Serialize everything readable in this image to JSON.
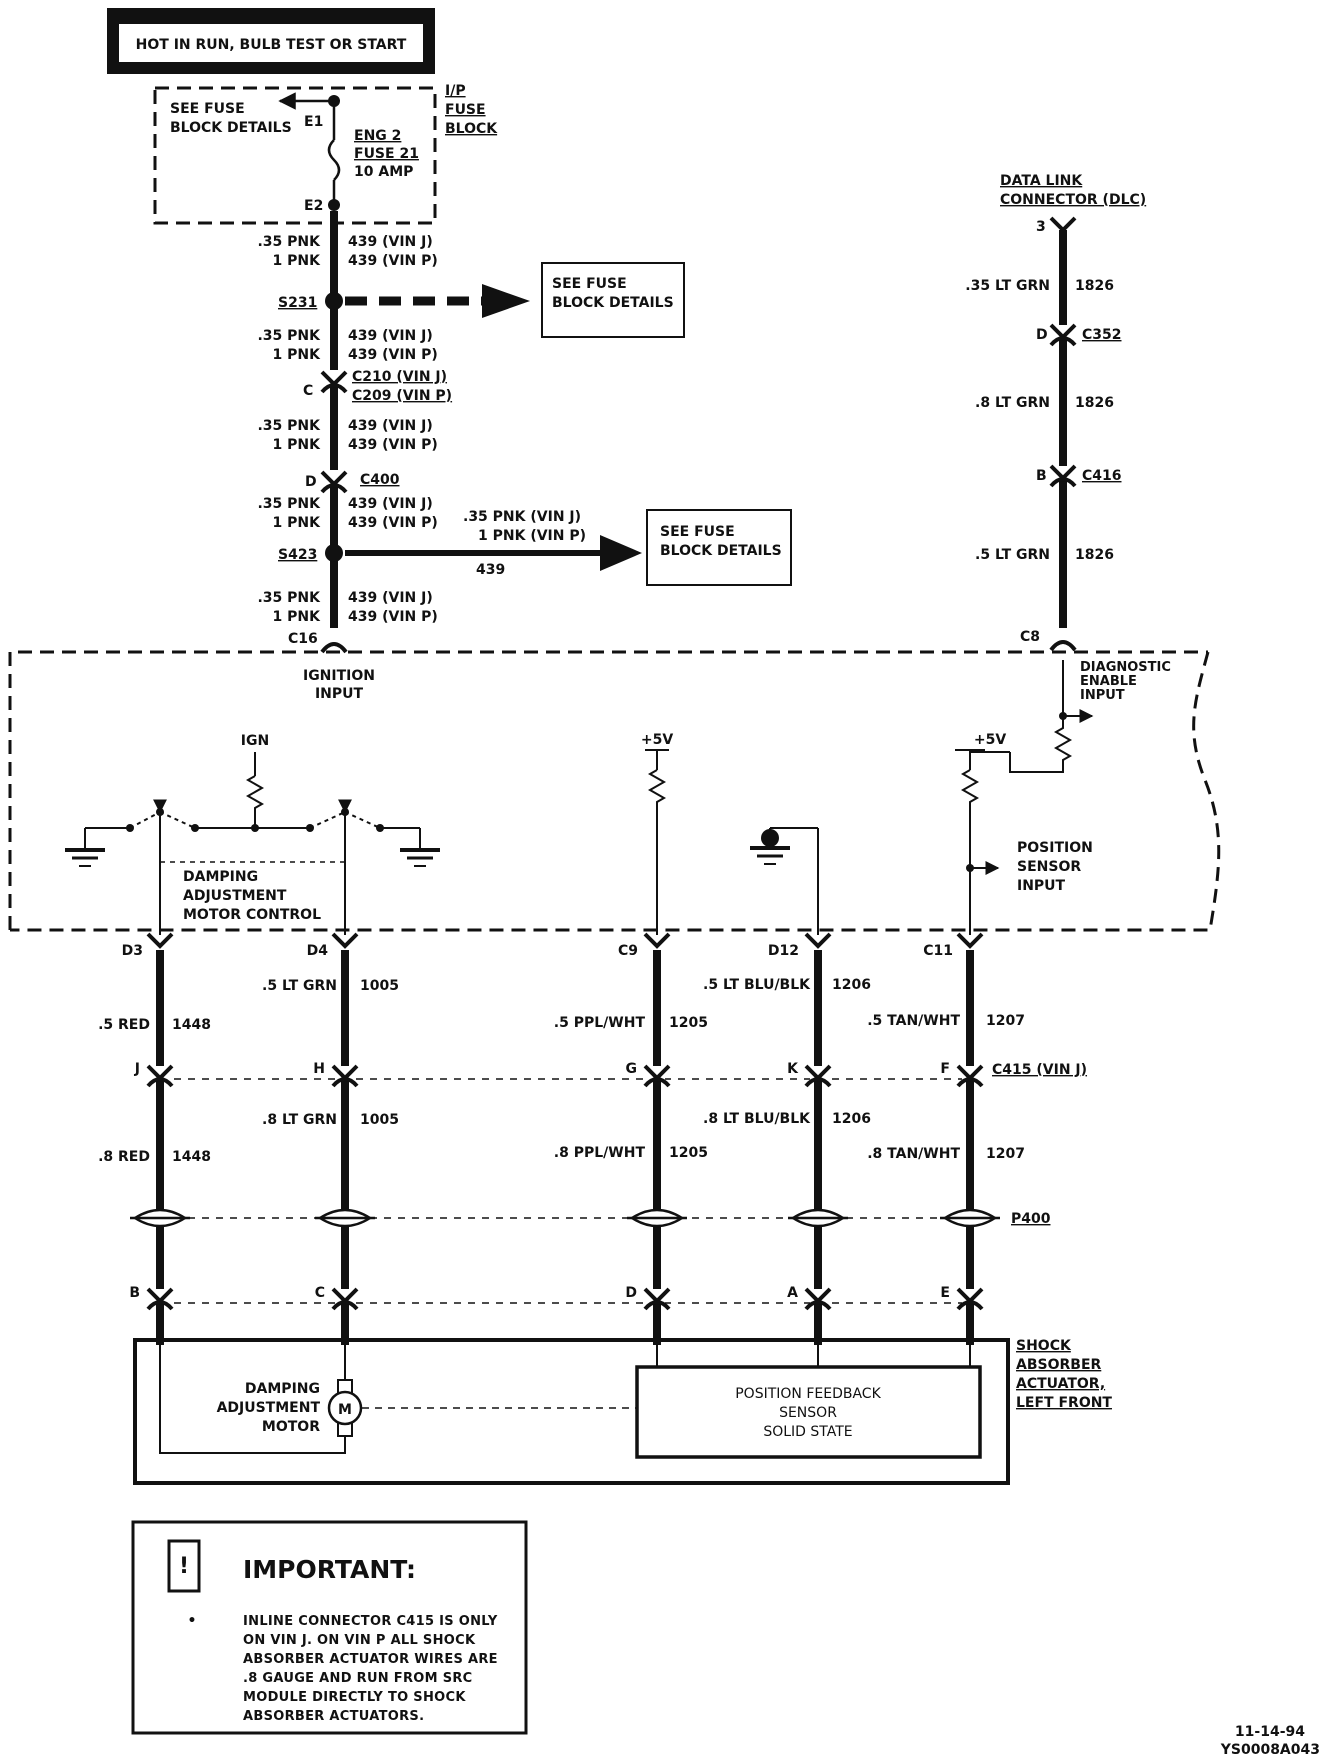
{
  "header": {
    "title": "HOT IN RUN, BULB TEST OR START"
  },
  "fuse_block": {
    "see_details_line1": "SEE FUSE",
    "see_details_line2": "BLOCK DETAILS",
    "pin_e1": "E1",
    "pin_e2": "E2",
    "name_line1": "I/P",
    "name_line2": "FUSE",
    "name_line3": "BLOCK",
    "fuse_line1": "ENG 2",
    "fuse_line2": "FUSE 21",
    "fuse_line3": "10 AMP"
  },
  "wire_439": {
    "gauge_a": ".35 PNK",
    "gauge_b": "1 PNK",
    "circuit_a": "439 (VIN J)",
    "circuit_b": "439 (VIN P)",
    "splice_s231": "S231",
    "splice_s423": "S423",
    "c210_pin": "C",
    "c210": "C210 (VIN J)",
    "c209": "C209 (VIN P)",
    "c400_pin": "D",
    "c400": "C400",
    "branch_a": ".35 PNK (VIN J)",
    "branch_b": "1 PNK (VIN P)",
    "branch_circuit": "439",
    "see_fuse_1": "SEE FUSE",
    "see_fuse_2": "BLOCK DETAILS",
    "pin_c16": "C16"
  },
  "dlc": {
    "name_line1": "DATA LINK",
    "name_line2": "CONNECTOR (DLC)",
    "pin": "3",
    "wire1_gauge": ".35 LT GRN",
    "circuit": "1826",
    "c352_pin": "D",
    "c352": "C352",
    "wire2_gauge": ".8 LT GRN",
    "c416_pin": "B",
    "c416": "C416",
    "wire3_gauge": ".5 LT GRN",
    "pin_c8": "C8"
  },
  "module": {
    "ignition_line1": "IGNITION",
    "ignition_line2": "INPUT",
    "ign": "IGN",
    "diag_line1": "DIAGNOSTIC",
    "diag_line2": "ENABLE",
    "diag_line3": "INPUT",
    "plus5v_a": "+5V",
    "plus5v_b": "+5V",
    "damping_line1": "DAMPING",
    "damping_line2": "ADJUSTMENT",
    "damping_line3": "MOTOR CONTROL",
    "pos_line1": "POSITION",
    "pos_line2": "SENSOR",
    "pos_line3": "INPUT"
  },
  "wires": [
    {
      "pin": "D3",
      "gauge1": ".5 RED",
      "circuit": "1448",
      "c415": "J",
      "gauge2": ".8 RED",
      "bottom": "B"
    },
    {
      "pin": "D4",
      "gauge1": ".5 LT GRN",
      "circuit": "1005",
      "c415": "H",
      "gauge2": ".8 LT GRN",
      "bottom": "C"
    },
    {
      "pin": "C9",
      "gauge1": ".5 PPL/WHT",
      "circuit": "1205",
      "c415": "G",
      "gauge2": ".8 PPL/WHT",
      "bottom": "D"
    },
    {
      "pin": "D12",
      "gauge1": ".5 LT BLU/BLK",
      "circuit": "1206",
      "c415": "K",
      "gauge2": ".8 LT BLU/BLK",
      "bottom": "A"
    },
    {
      "pin": "C11",
      "gauge1": ".5 TAN/WHT",
      "circuit": "1207",
      "c415": "F",
      "gauge2": ".8 TAN/WHT",
      "bottom": "E"
    }
  ],
  "c415": "C415 (VIN J)",
  "p400": "P400",
  "actuator": {
    "name_line1": "SHOCK",
    "name_line2": "ABSORBER",
    "name_line3": "ACTUATOR,",
    "name_line4": "LEFT FRONT",
    "motor_line1": "DAMPING",
    "motor_line2": "ADJUSTMENT",
    "motor_line3": "MOTOR",
    "motor_symbol": "M",
    "sensor_line1": "POSITION FEEDBACK",
    "sensor_line2": "SENSOR",
    "sensor_line3": "SOLID STATE"
  },
  "important": {
    "title": "IMPORTANT:",
    "bullet": "•",
    "line1": "INLINE CONNECTOR C415 IS ONLY",
    "line2": "ON VIN J. ON VIN P ALL SHOCK",
    "line3": "ABSORBER ACTUATOR WIRES ARE",
    "line4": ".8 GAUGE AND RUN FROM SRC",
    "line5": "MODULE DIRECTLY TO SHOCK",
    "line6": "ABSORBER ACTUATORS."
  },
  "footer": {
    "date": "11-14-94",
    "code": "YS0008A043"
  }
}
